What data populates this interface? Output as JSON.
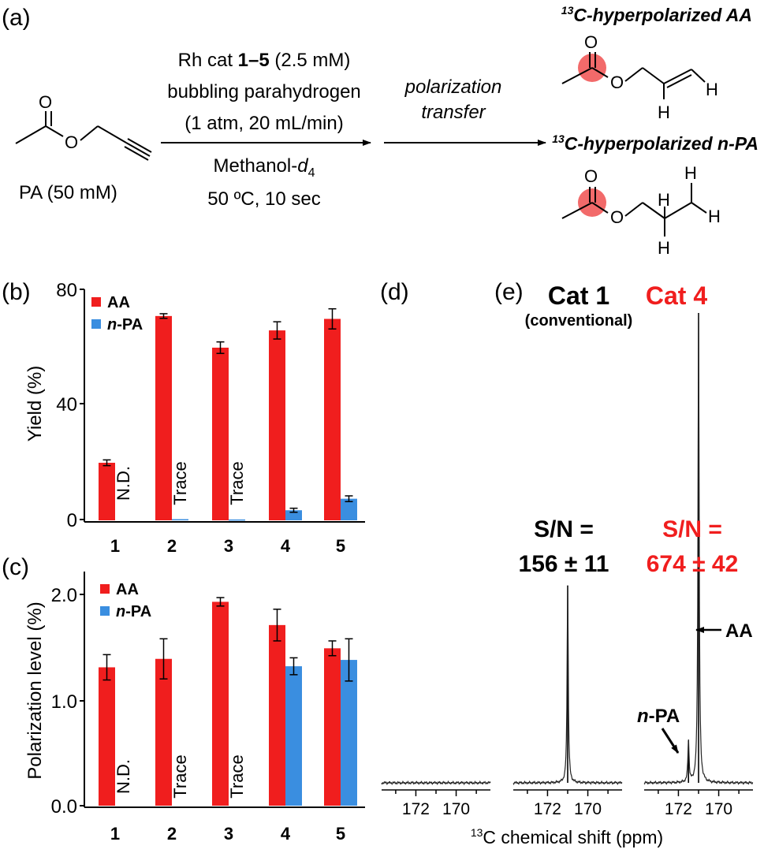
{
  "panels": {
    "a": "(a)",
    "b": "(b)",
    "c": "(c)",
    "d": "(d)",
    "e": "(e)"
  },
  "scheme": {
    "reactant_label": "PA (50 mM)",
    "conditions": {
      "line1_prefix": "Rh cat ",
      "line1_bold": "1–5",
      "line1_suffix": " (2.5 mM)",
      "line2": "bubbling parahydrogen",
      "line3": "(1 atm, 20 mL/min)",
      "line4_main": "Methanol-",
      "line4_italic": "d",
      "line4_sub": "4",
      "line5": "50 ºC, 10 sec"
    },
    "transfer_line1": "polarization",
    "transfer_line2": "transfer",
    "product_aa_sup": "13",
    "product_aa": "C-hyperpolarized AA",
    "product_npa_sup": "13",
    "product_npa": "C-hyperpolarized n-PA",
    "atom_O": "O",
    "atom_H": "H"
  },
  "legend": {
    "aa": "AA",
    "npa_italic": "n",
    "npa_rest": "-PA"
  },
  "colors": {
    "aa": "#f01e1e",
    "npa": "#3a8ee0",
    "cat4": "#f01e1e",
    "highlight": "#f26a6a"
  },
  "spectra_text": {
    "cat1_title": "Cat 1",
    "cat1_sub": "(conventional)",
    "cat4_title": "Cat 4",
    "sn_label": "S/N =",
    "cat1_sn": "156 ± 11",
    "cat4_sn": "674 ± 42",
    "aa_arrow_label": "AA",
    "npa_label_italic": "n",
    "npa_label_rest": "-PA",
    "xlabel_sup": "13",
    "xlabel_rest": "C chemical shift (ppm)",
    "ticks": [
      "172",
      "170"
    ]
  },
  "chart_data": [
    {
      "type": "bar",
      "ylabel": "Yield (%)",
      "categories": [
        "1",
        "2",
        "3",
        "4",
        "5"
      ],
      "ylim": [
        0,
        80
      ],
      "yticks": [
        "0",
        "40",
        "80"
      ],
      "series": [
        {
          "name": "AA",
          "values": [
            20,
            71,
            60,
            66,
            70
          ],
          "errors": [
            1,
            0.8,
            2,
            3,
            3.5
          ]
        },
        {
          "name": "n-PA",
          "values": [
            null,
            0.4,
            0.3,
            3.5,
            7.5
          ],
          "errors": [
            null,
            0,
            0,
            0.7,
            1
          ]
        }
      ],
      "annotations": [
        {
          "category": "1",
          "text": "N.D."
        },
        {
          "category": "2",
          "text": "Trace"
        },
        {
          "category": "3",
          "text": "Trace"
        }
      ],
      "legend": "top-left"
    },
    {
      "type": "bar",
      "ylabel": "Polarization level (%)",
      "categories": [
        "1",
        "2",
        "3",
        "4",
        "5"
      ],
      "ylim": [
        0,
        2.2
      ],
      "yticks": [
        "0.0",
        "1.0",
        "2.0"
      ],
      "series": [
        {
          "name": "AA",
          "values": [
            1.31,
            1.39,
            1.93,
            1.71,
            1.49
          ],
          "errors": [
            0.12,
            0.19,
            0.04,
            0.15,
            0.07
          ]
        },
        {
          "name": "n-PA",
          "values": [
            null,
            null,
            null,
            1.32,
            1.38
          ],
          "errors": [
            null,
            null,
            null,
            0.08,
            0.2
          ]
        }
      ],
      "annotations": [
        {
          "category": "1",
          "text": "N.D."
        },
        {
          "category": "2",
          "text": "Trace"
        },
        {
          "category": "3",
          "text": "Trace"
        }
      ],
      "legend": "top-left"
    },
    {
      "type": "line",
      "xlabel": "13C chemical shift (ppm)",
      "xlim": [
        173.7,
        168.3
      ],
      "spectra": [
        {
          "name": "Cat 1",
          "peaks": []
        },
        {
          "name": "Cat 1",
          "peaks": [
            {
              "ppm": 171.0,
              "height": 0.42
            }
          ]
        },
        {
          "name": "Cat 4",
          "peaks": [
            {
              "ppm": 171.0,
              "height": 1.0
            },
            {
              "ppm": 171.5,
              "height": 0.09
            }
          ]
        }
      ]
    }
  ]
}
